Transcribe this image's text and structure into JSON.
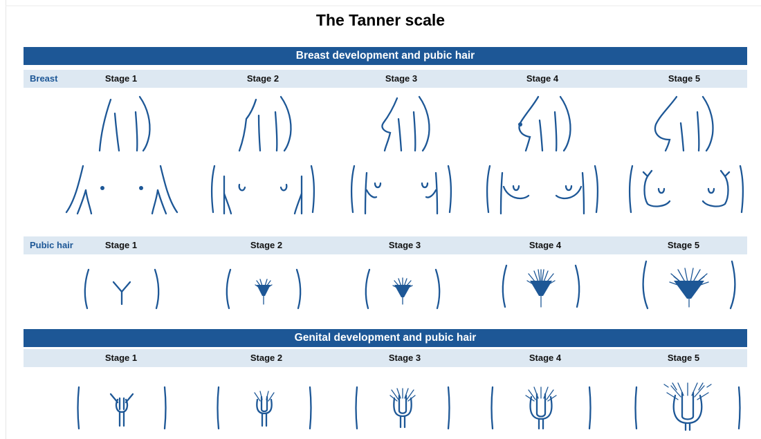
{
  "title": "The Tanner scale",
  "section1": {
    "banner": "Breast development and pubic hair",
    "breast_row": {
      "label": "Breast",
      "stages": [
        "Stage 1",
        "Stage 2",
        "Stage 3",
        "Stage 4",
        "Stage 5"
      ]
    },
    "pubic_row": {
      "label": "Pubic hair",
      "stages": [
        "Stage 1",
        "Stage 2",
        "Stage 3",
        "Stage 4",
        "Stage 5"
      ]
    }
  },
  "section2": {
    "banner": "Genital development and pubic hair",
    "genital_row": {
      "stages": [
        "Stage 1",
        "Stage 2",
        "Stage 3",
        "Stage 4",
        "Stage 5"
      ]
    }
  },
  "colors": {
    "banner": "#1d5796",
    "band": "#dde8f2",
    "line_art": "#1d5796"
  },
  "icons": [
    "breast-side-profile-illustration",
    "breast-front-illustration",
    "female-pubic-hair-illustration",
    "male-genital-illustration"
  ]
}
